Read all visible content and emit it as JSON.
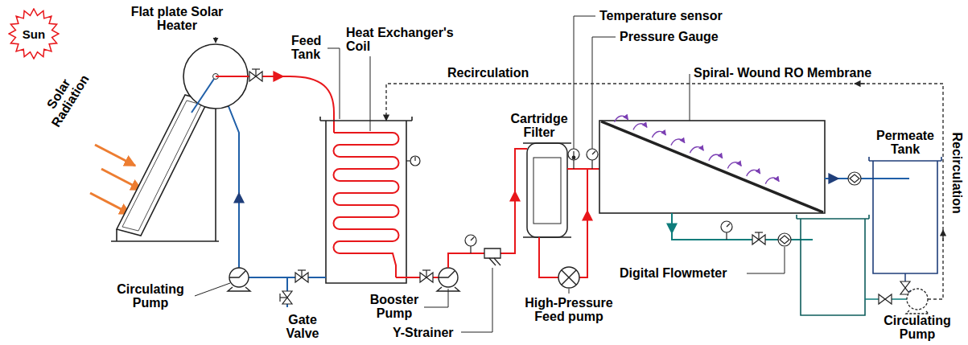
{
  "diagram": {
    "nodes": [
      {
        "text": [
          "Sun"
        ]
      }
    ],
    "labels": [
      "Flat plate Solar Heater",
      "Solar Radiation",
      "Heat Exchanger's Coil",
      "Feed Tank",
      "Temperature sensor",
      "Pressure Gauge",
      "Recirculation",
      "Spiral- Wound RO Membrane",
      "Cartridge Filter",
      "Permeate Tank",
      "Recirculation",
      "Circulating Pump",
      "Gate Valve",
      "Booster Pump",
      "Y-Strainer",
      "High-Pressure Feed pump",
      "Digital Flowmeter",
      "Circulating Pump"
    ]
  }
}
